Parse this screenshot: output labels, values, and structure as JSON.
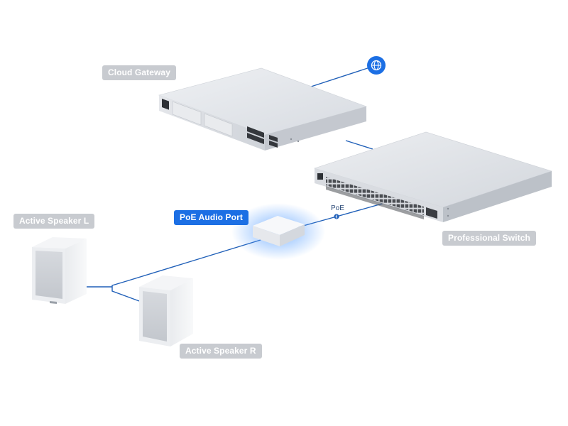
{
  "labels": {
    "cloud_gateway": "Cloud Gateway",
    "professional_switch": "Professional Switch",
    "poe_audio_port": "PoE Audio Port",
    "active_speaker_l": "Active Speaker L",
    "active_speaker_r": "Active Speaker R",
    "poe": "PoE"
  },
  "icons": {
    "internet": "globe-icon",
    "poe_marker": "power-dot-icon"
  },
  "colors": {
    "accent": "#1c6fe4",
    "cable": "#1f5fb8",
    "label_bg": "#c8cbd0",
    "device_body": "#dcdfe4",
    "glow": "#5aa0ff"
  }
}
